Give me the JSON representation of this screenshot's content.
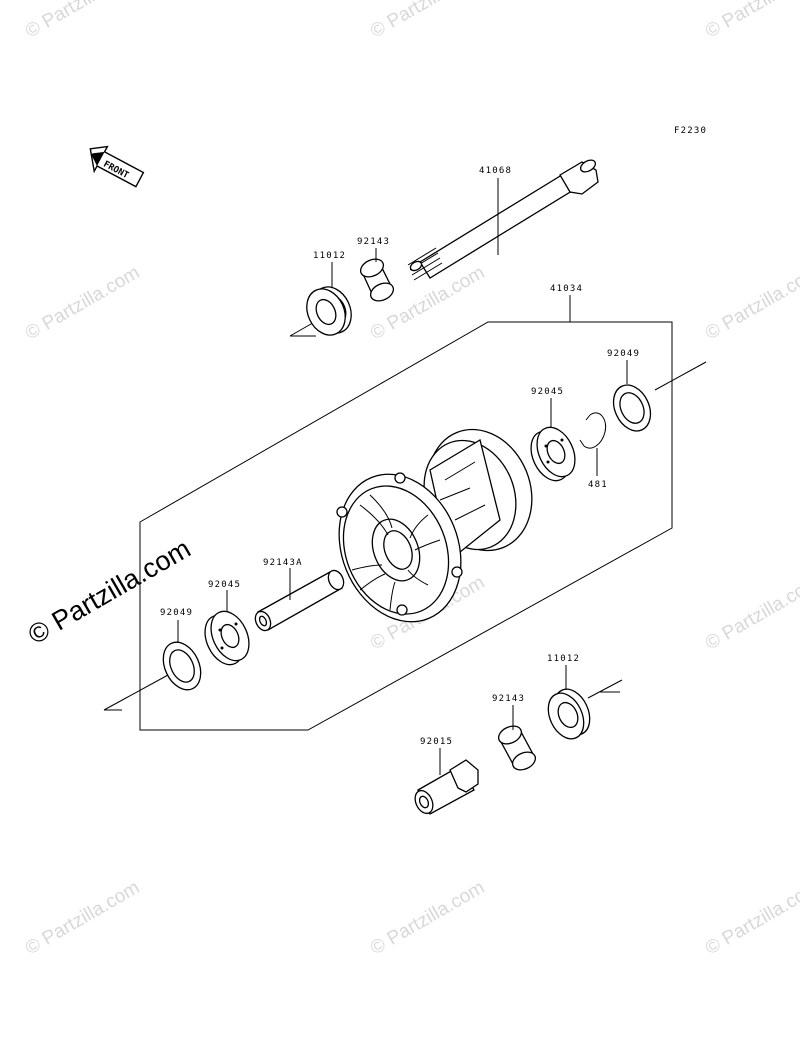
{
  "diagram": {
    "figure_code": "F2230",
    "front_label": "FRONT",
    "watermark": "© Partzilla.com",
    "parts": {
      "axle": "41068",
      "hub": "41034",
      "seal_top": "11012",
      "collar_top": "92143",
      "seal_right": "92049",
      "bearing_right": "92045",
      "circlip": "481",
      "spacer": "92143A",
      "bearing_left": "92045",
      "seal_left": "92049",
      "seal_bottom": "11012",
      "collar_bottom": "92143",
      "nut": "92015"
    }
  }
}
